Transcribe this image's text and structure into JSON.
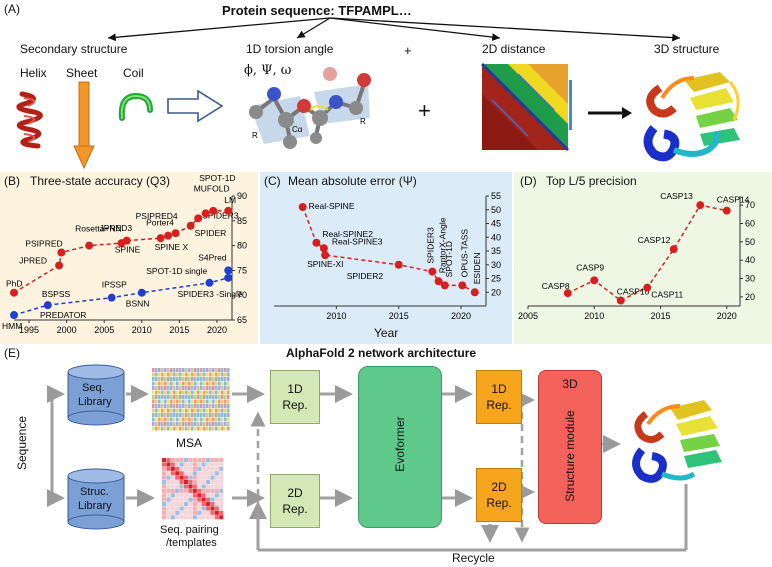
{
  "panel_a": {
    "tag": "(A)",
    "title": "Protein sequence: TFPAMPL…",
    "secondary_structure": "Secondary structure",
    "helix": "Helix",
    "sheet": "Sheet",
    "coil": "Coil",
    "torsion_title": "1D torsion angle",
    "torsion_symbols": "ϕ, Ψ, ω",
    "plus1": "+",
    "plus2": "+",
    "distance_title": "2D distance",
    "structure_title": "3D structure"
  },
  "panel_b": {
    "tag": "(B)",
    "title": "Three-state accuracy (Q3)"
  },
  "panel_c": {
    "tag": "(C)",
    "title": "Mean absolute error (Ψ)",
    "xlabel": "Year"
  },
  "panel_d": {
    "tag": "(D)",
    "title": "Top L/5 precision"
  },
  "panel_e": {
    "tag": "(E)",
    "title": "AlphaFold 2 network architecture",
    "sequence": "Sequence",
    "seq_library": [
      "Seq.",
      "Library"
    ],
    "struc_library": [
      "Struc.",
      "Library"
    ],
    "msa": "MSA",
    "seq_pairing": [
      "Seq. pairing",
      "/templates"
    ],
    "rep1d_left": [
      "1D",
      "Rep."
    ],
    "rep2d_left": [
      "2D",
      "Rep."
    ],
    "evoformer": "Evoformer",
    "rep1d_right": [
      "1D",
      "Rep."
    ],
    "rep2d_right": [
      "2D",
      "Rep."
    ],
    "struct_3d": "3D",
    "structure_module": "Structure module",
    "recycle": "Recycle"
  },
  "chart_data": [
    {
      "id": "B",
      "type": "line",
      "title": "Three-state accuracy (Q3)",
      "xlim": [
        1993,
        2022
      ],
      "ylim": [
        65,
        90
      ],
      "xticks": [
        1995,
        2000,
        2005,
        2010,
        2015,
        2020
      ],
      "yticks": [
        65,
        70,
        75,
        80,
        85,
        90
      ],
      "series": [
        {
          "color": "#d62020",
          "points": [
            {
              "x": 1993,
              "y": 70.5,
              "label": "PhD"
            },
            {
              "x": 1999,
              "y": 76,
              "label": "JPRED"
            },
            {
              "x": 1999.3,
              "y": 78.6,
              "label": "PSIPRED"
            },
            {
              "x": 2003,
              "y": 80,
              "label": "Rosetta+NN"
            },
            {
              "x": 2007.3,
              "y": 80.5,
              "label": "JPRED3"
            },
            {
              "x": 2008,
              "y": 81,
              "label": "SPINE"
            },
            {
              "x": 2012.5,
              "y": 81.5,
              "label": "SPINE X"
            },
            {
              "x": 2013.5,
              "y": 82,
              "label": "Porter4"
            },
            {
              "x": 2014.5,
              "y": 82.5,
              "label": "PSIPRED4"
            },
            {
              "x": 2016.5,
              "y": 84,
              "label": "SPIDER"
            },
            {
              "x": 2017.5,
              "y": 85.5,
              "label": "SPIDER3"
            },
            {
              "x": 2018.5,
              "y": 86.5,
              "label": "MUFOLD"
            },
            {
              "x": 2019.5,
              "y": 87,
              "label": "SPOT-1D"
            },
            {
              "x": 2021.5,
              "y": 87,
              "label": "LM"
            }
          ]
        },
        {
          "color": "#1f3fd0",
          "points": [
            {
              "x": 1993,
              "y": 66,
              "label": "HMM"
            },
            {
              "x": 1997.5,
              "y": 68,
              "label": "BSPSS"
            },
            {
              "x": 2006,
              "y": 69.5,
              "label": "IPSSP"
            },
            {
              "x": 2010,
              "y": 70.5,
              "label": "BSNN"
            },
            {
              "x": 2019,
              "y": 72.5,
              "label": "SPIDER3 -Single"
            },
            {
              "x": 2021.5,
              "y": 73.5,
              "label": "SPOT-1D single"
            },
            {
              "x": 2021.5,
              "y": 75,
              "label": "S4Pred"
            }
          ]
        }
      ],
      "annotations": [
        "PREDATOR"
      ]
    },
    {
      "id": "C",
      "type": "line",
      "title": "Mean absolute error (Ψ)",
      "xlabel": "Year",
      "xlim": [
        2005,
        2022
      ],
      "ylim": [
        15,
        55
      ],
      "xticks": [
        2010,
        2015,
        2020
      ],
      "yticks": [
        20,
        25,
        30,
        35,
        40,
        45,
        50,
        55
      ],
      "series": [
        {
          "color": "#d62020",
          "points": [
            {
              "x": 2007.3,
              "y": 51,
              "label": "Real-SPINE"
            },
            {
              "x": 2008.4,
              "y": 38,
              "label": "Real-SPINE2"
            },
            {
              "x": 2009,
              "y": 36,
              "label": "Real-SPINE3"
            },
            {
              "x": 2009.1,
              "y": 33.5,
              "label": "SPINE-XI"
            },
            {
              "x": 2015,
              "y": 30,
              "label": "SPIDER2"
            },
            {
              "x": 2017.7,
              "y": 27.5,
              "label": "SPIDER3"
            },
            {
              "x": 2018.2,
              "y": 24,
              "label": "RaptorX-Angle"
            },
            {
              "x": 2018.7,
              "y": 22.5,
              "label": "SPOT-1D"
            },
            {
              "x": 2020.1,
              "y": 22.5,
              "label": "OPUS-TASS"
            },
            {
              "x": 2021.1,
              "y": 20,
              "label": "ESIDEN"
            }
          ]
        }
      ]
    },
    {
      "id": "D",
      "type": "line",
      "title": "Top L/5 precision",
      "xlim": [
        2005,
        2021
      ],
      "ylim": [
        15,
        75
      ],
      "xticks": [
        2005,
        2010,
        2015,
        2020
      ],
      "yticks": [
        20,
        30,
        40,
        50,
        60,
        70
      ],
      "series": [
        {
          "color": "#d62020",
          "points": [
            {
              "x": 2008,
              "y": 22,
              "label": "CASP8"
            },
            {
              "x": 2010,
              "y": 29,
              "label": "CASP9"
            },
            {
              "x": 2012,
              "y": 18,
              "label": "CASP10"
            },
            {
              "x": 2014,
              "y": 25,
              "label": "CASP11"
            },
            {
              "x": 2016,
              "y": 46,
              "label": "CASP12"
            },
            {
              "x": 2018,
              "y": 70,
              "label": "CASP13"
            },
            {
              "x": 2020,
              "y": 67,
              "label": "CASP14"
            }
          ]
        }
      ]
    }
  ]
}
